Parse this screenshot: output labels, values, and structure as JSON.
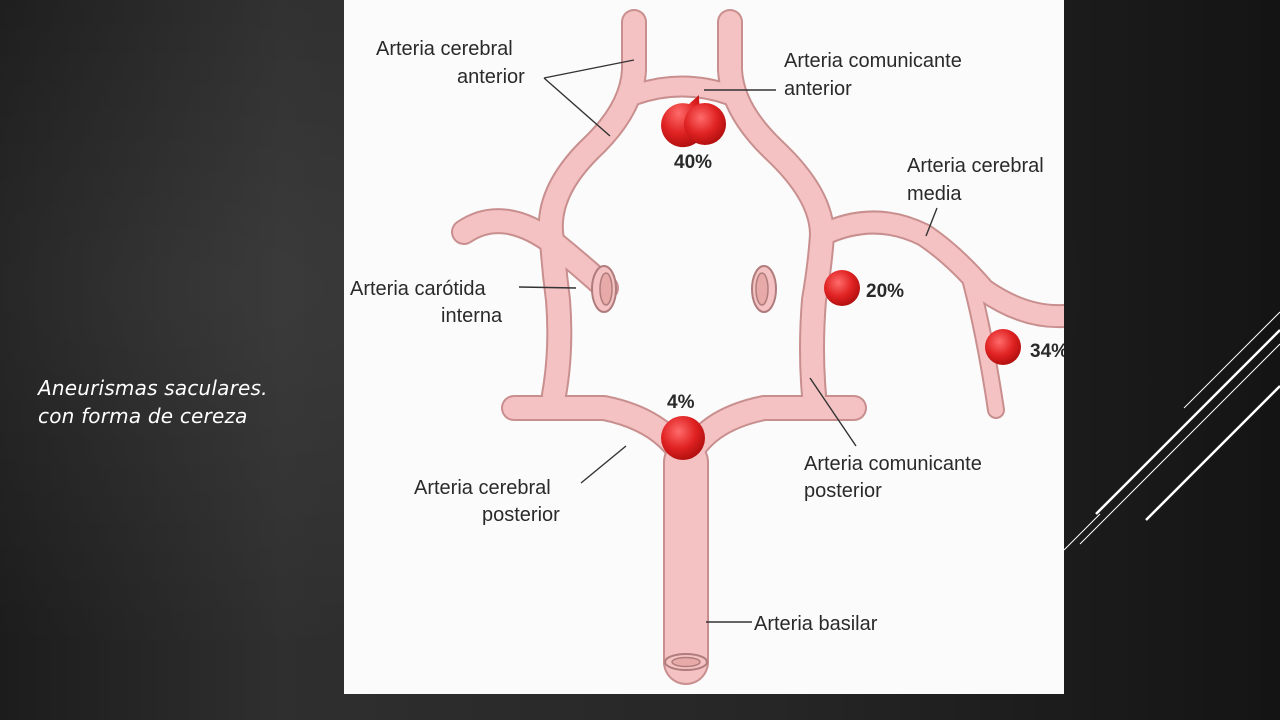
{
  "slide": {
    "caption_line1": "Aneurismas saculares.",
    "caption_line2": "con forma de cereza"
  },
  "diagram": {
    "labels": {
      "anterior_cerebral_line1": "Arteria cerebral",
      "anterior_cerebral_line2": "anterior",
      "anterior_communicating_line1": "Arteria comunicante",
      "anterior_communicating_line2": "anterior",
      "middle_cerebral_line1": "Arteria cerebral",
      "middle_cerebral_line2": "media",
      "internal_carotid_line1": "Arteria carótida",
      "internal_carotid_line2": "interna",
      "posterior_communicating_line1": "Arteria comunicante",
      "posterior_communicating_line2": "posterior",
      "posterior_cerebral_line1": "Arteria cerebral",
      "posterior_cerebral_line2": "posterior",
      "basilar": "Arteria basilar"
    },
    "aneurysm_percentages": {
      "anterior_communicating": "40%",
      "internal_carotid_posterior_communicating": "20%",
      "middle_cerebral": "34%",
      "basilar_tip": "4%"
    },
    "colors": {
      "artery_fill": "#f4c2c2",
      "artery_stroke": "#c98f8f",
      "aneurysm_fill": "#e02222",
      "background": "#fbfbfb"
    }
  }
}
